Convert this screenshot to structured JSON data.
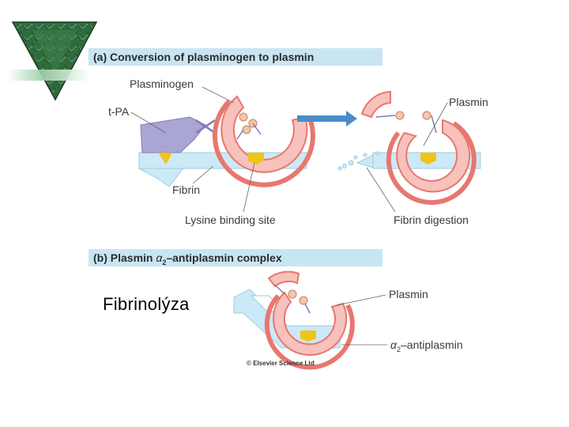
{
  "slide_title": "Fibrinolýza",
  "panel_a": {
    "title": "(a) Conversion of plasminogen to plasmin",
    "labels": {
      "plasminogen": "Plasminogen",
      "tpa": "t-PA",
      "plasmin": "Plasmin",
      "fibrin": "Fibrin",
      "lysine_binding_site": "Lysine binding site",
      "fibrin_digestion": "Fibrin digestion"
    }
  },
  "panel_b": {
    "title_prefix": "(b) Plasmin ",
    "title_alpha": "α",
    "title_sub": "2",
    "title_suffix": "–antiplasmin complex",
    "labels": {
      "plasmin": "Plasmin",
      "antiplasmin_alpha": "α",
      "antiplasmin_sub": "2",
      "antiplasmin_suffix": "–antiplasmin"
    }
  },
  "copyright": "© Elsevier Science Ltd",
  "colors": {
    "title_bar": "#c8e6f2",
    "fibrin": "#cce9f7",
    "plasmin_outer": "#e8776f",
    "plasmin_inner": "#f6c2bb",
    "tpa": "#a9a6d4",
    "binding_site": "#f2c318",
    "arrow": "#4a8cc8",
    "logo_green": "#2f6b3c"
  },
  "icons": [
    "logo-triangle-icon",
    "right-arrow-icon"
  ]
}
